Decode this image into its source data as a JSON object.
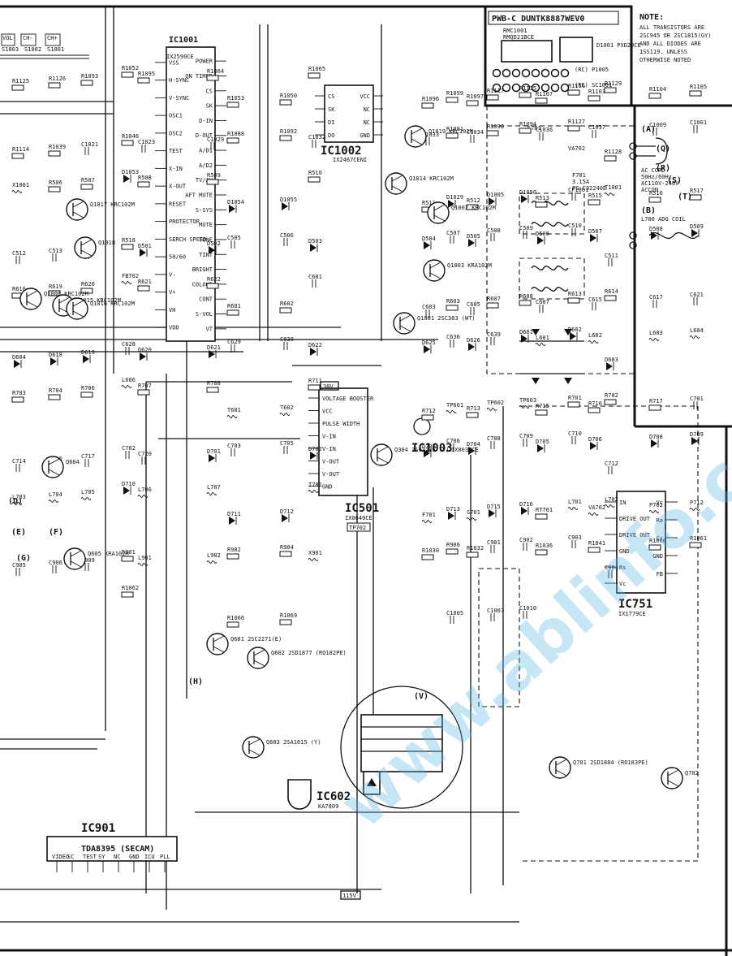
{
  "board": {
    "title": "PWB-C  DUNTK8887WEV0",
    "sub1": "RMC1001",
    "sub2": "RMQD21BCE",
    "diode": "D1001 PXD29CE"
  },
  "connectors": {
    "p1005": "(RC) P1005",
    "sc1001": "(RC) SC1001"
  },
  "note": {
    "title": "NOTE:",
    "lines": [
      "ALL TRANSISTORS ARE",
      "2SC945 OR 2SC1815(GY)",
      "AND ALL DIODES ARE",
      "1SS119.  UNLESS",
      "OTHERWISE NOTED"
    ]
  },
  "switches": [
    "VOL-",
    "CH-",
    "CH+"
  ],
  "switch_parts": [
    "S1003",
    "S1002",
    "S1001"
  ],
  "ic": {
    "ic1001": {
      "name": "IC1001",
      "part": "IX2590CE",
      "left_pins": [
        "VSS",
        "H-SYNC",
        "V-SYNC",
        "OSC1",
        "OSC2",
        "TEST",
        "X-IN",
        "X-OUT",
        "RESET",
        "PROTECTOR",
        "SERCH SPEED",
        "50/60",
        "V-",
        "V+",
        "VH",
        "VDD"
      ],
      "right_pins": [
        "POWER",
        "ON TIMER",
        "CS",
        "SK",
        "D-IN",
        "D-OUT",
        "A/D1",
        "A/D2",
        "TV/AV",
        "AFT MUTE",
        "S-SYS",
        "MUTE",
        "TONE",
        "TINT",
        "BRIGHT",
        "COLOUR",
        "CONT",
        "S-VOL",
        "VT"
      ]
    },
    "ic1002": {
      "name": "IC1002",
      "part": "IX2467CENI",
      "pins_l": [
        "CS",
        "SK",
        "DI",
        "DO"
      ],
      "pins_r": [
        "VCC",
        "NC",
        "NC",
        "GND"
      ]
    },
    "ic1003": {
      "name": "IC1003",
      "part": "IX0037CE"
    },
    "ic501": {
      "name": "IC501",
      "part": "IX0640CE",
      "tag": "TP702",
      "pins": [
        "VOLTAGE BOOSTER",
        "VCC",
        "PULSE WIDTH",
        "V-IN",
        "V-IN",
        "V-OUT",
        "V-OUT",
        "GND"
      ]
    },
    "ic751": {
      "name": "IC751",
      "part": "IX1779CE",
      "pins_l": [
        "IN",
        "DRIVE OUT",
        "DRIVE OUT",
        "GND",
        "Rs",
        "Vc"
      ],
      "pins_r": [
        "Vc",
        "Ra",
        "Cs",
        "GND",
        "FB"
      ]
    },
    "ic901": {
      "name": "IC901",
      "part": "TDA8395 (SECAM)",
      "pins": [
        "VIDEO",
        "SC",
        "TEST",
        "SY",
        "NC",
        "GND",
        "ICU",
        "PLL"
      ]
    },
    "ic602": {
      "name": "IC602",
      "part": "KA7809"
    }
  },
  "transistors": [
    "Q1019 KRC102M",
    "Q1014 KRC102M",
    "Q1017 KRC102M",
    "Q1002 KRC102M",
    "Q1003 KRA102M",
    "Q1001 2SC383 (WT)",
    "Q1018",
    "Q1006 KRC102M",
    "Q1015 KRC102M",
    "Q1016 KRC102M",
    "Q604",
    "Q605 KRA102M",
    "Q601 2SC2271(E)",
    "Q602 2SD1877 (RO182PE)",
    "Q603 2SA1015 (Y)",
    "Q304 2SC2236 (Y)",
    "Q701 2SD1884 (RO183PE)",
    "Q702"
  ],
  "parts": [
    "R1052",
    "R1053",
    "R1050",
    "R1099",
    "R1117",
    "R1115",
    "R1116",
    "R1129",
    "R1125",
    "R1126",
    "R1093",
    "R1095",
    "R1064",
    "R1065",
    "R1096",
    "R1097",
    "R1107",
    "R1103",
    "R1104",
    "R1105",
    "R1046",
    "R1088",
    "R1092",
    "R1091",
    "R1090",
    "R1094",
    "R1127",
    "R1128",
    "R1114",
    "R1039",
    "C1021",
    "C1023",
    "C1029",
    "C1032",
    "C1033",
    "C1034",
    "C1036",
    "C1037",
    "C1009",
    "C1001",
    "D1053",
    "D1054",
    "D1055",
    "D1029",
    "D1005",
    "D1050",
    "CF1001",
    "T1001",
    "X1001",
    "R506",
    "R507",
    "R508",
    "R509",
    "R510",
    "R511",
    "R512",
    "R513",
    "R515",
    "R516",
    "R517",
    "R518",
    "C505",
    "C506",
    "C507",
    "C508",
    "C509",
    "C510",
    "C511",
    "C512",
    "C513",
    "C514",
    "D501",
    "D502",
    "D503",
    "D504",
    "D505",
    "D506",
    "D507",
    "D508",
    "D509",
    "FB702",
    "R601",
    "R602",
    "R603",
    "R607",
    "R608",
    "R613",
    "R614",
    "R616",
    "R619",
    "R620",
    "R621",
    "R622",
    "C601",
    "C603",
    "C605",
    "C607",
    "C615",
    "C617",
    "C621",
    "C628",
    "C629",
    "C630",
    "C636",
    "C639",
    "D601",
    "D602",
    "D603",
    "D604",
    "D618",
    "D619",
    "D620",
    "D621",
    "D622",
    "D625",
    "D626",
    "L601",
    "L602",
    "L603",
    "L604",
    "L606",
    "T601",
    "T602",
    "TP601",
    "TP602",
    "TP603",
    "R701",
    "R702",
    "R703",
    "R704",
    "R706",
    "R707",
    "R708",
    "R711",
    "R712",
    "R713",
    "R715",
    "R716",
    "R717",
    "C701",
    "C702",
    "C703",
    "C705",
    "C706",
    "C708",
    "C709",
    "C710",
    "C712",
    "C714",
    "C716",
    "C717",
    "C720",
    "D701",
    "D702",
    "D703",
    "D704",
    "D705",
    "D706",
    "D708",
    "D709",
    "D710",
    "D711",
    "D712",
    "D713",
    "D715",
    "D716",
    "L701",
    "L702",
    "L703",
    "L704",
    "L705",
    "L706",
    "L707",
    "T701",
    "F701",
    "S701",
    "RT701",
    "VA702",
    "P702",
    "P712",
    "R901",
    "R902",
    "R904",
    "R906",
    "C901",
    "C902",
    "C903",
    "C904",
    "C905",
    "C906",
    "C909",
    "L901",
    "L902",
    "X901",
    "R1030",
    "R1032",
    "R1036",
    "R1041",
    "R1060",
    "R1061",
    "R1062",
    "R1066",
    "R1069",
    "C1005",
    "C1007",
    "C1010"
  ],
  "labels": {
    "power_cord": "AC CORD",
    "mains": "AC110V-240V",
    "mains_freq": "50Hz/60Hz",
    "acconn": "ACCON",
    "degauss": "L706 ADG COIL",
    "fuse": "3.15A",
    "fuse_part": "F701",
    "fuse_type": "PS-C32240E",
    "relay": "S701",
    "varistor": "VA702",
    "vb": "30V",
    "bplus": "115V"
  },
  "markers": [
    "(A)",
    "(B)",
    "(Q)",
    "(R)",
    "(S)",
    "(T)",
    "(D)",
    "(E)",
    "(F)",
    "(G)",
    "(H)",
    "(V)"
  ],
  "watermark": "www.ablinfo.com"
}
